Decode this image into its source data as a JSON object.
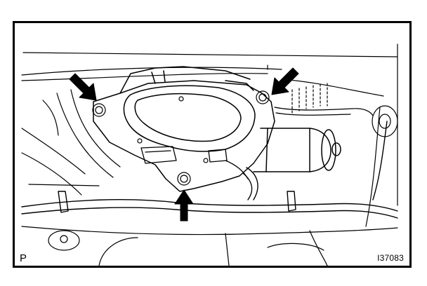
{
  "figure": {
    "corner_label": "P",
    "figure_id": "I37083",
    "subject": "rear-wiper-motor-mounting",
    "callout_arrows": 3,
    "colors": {
      "ink": "#000000",
      "paper": "#ffffff"
    }
  }
}
